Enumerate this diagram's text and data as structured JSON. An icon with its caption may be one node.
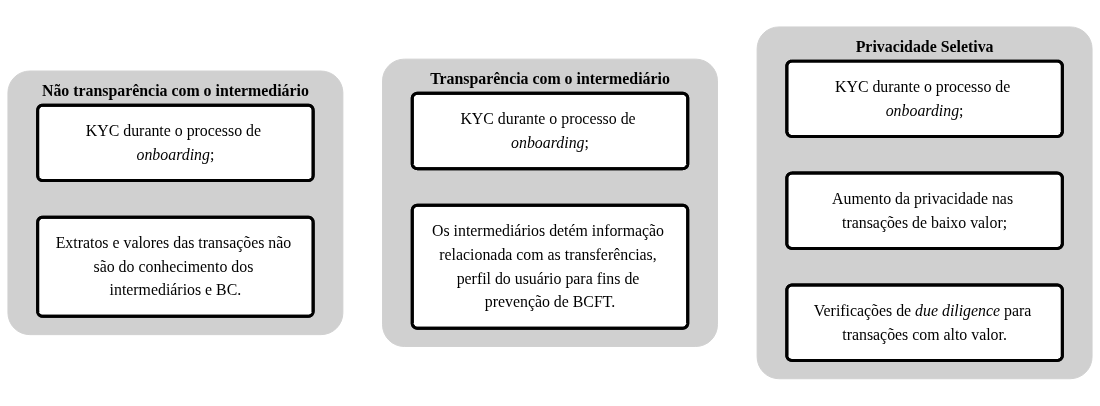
{
  "diagram": {
    "nodes": [
      {
        "text": [
          "Não transparência com o intermediário"
        ]
      },
      {
        "text": [
          "KYC durante o processo de *onboarding*;"
        ],
        "in": 0
      },
      {
        "text": [
          "Extratos e valores das transações não são do conhecimento dos intermediários e BC."
        ],
        "in": 0
      },
      {
        "text": [
          "Transparência com o intermediário"
        ]
      },
      {
        "text": [
          "KYC durante o processo de *onboarding*;"
        ],
        "in": 3
      },
      {
        "text": [
          "Os intermediários detém informação relacionada com as transferências, perfil do usuário para fins de prevenção de BCFT."
        ],
        "in": 3
      },
      {
        "text": [
          "Privacidade Seletiva"
        ]
      },
      {
        "text": [
          "KYC durante o processo de *onboarding*;"
        ],
        "in": 6
      },
      {
        "text": [
          "Aumento da privacidade nas transações de baixo valor;"
        ],
        "in": 6
      },
      {
        "text": [
          "Verificações de *due diligence* para transações com alto valor."
        ],
        "in": 6
      }
    ],
    "edges": []
  }
}
